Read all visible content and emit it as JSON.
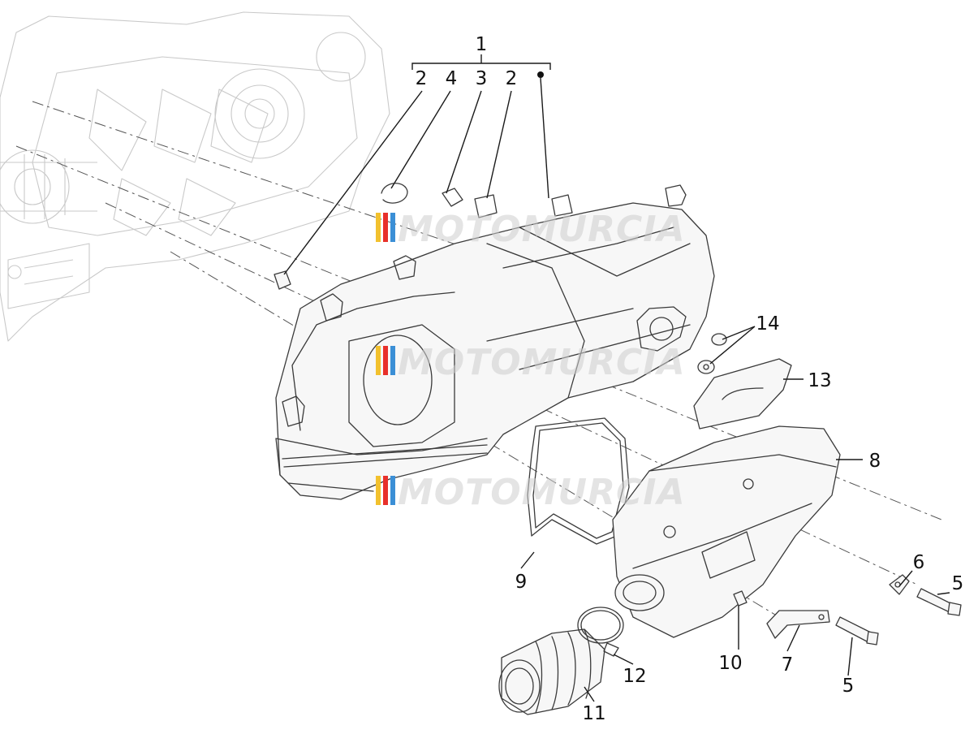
{
  "diagram": {
    "callouts": [
      "1",
      "2",
      "4",
      "3",
      "2",
      "14",
      "13",
      "8",
      "9",
      "6",
      "5",
      "10",
      "7",
      "5",
      "12",
      "11"
    ],
    "bullet": "•",
    "watermark": "MOTOMURCIA",
    "watermark_colors": [
      "#f2c12e",
      "#e8302a",
      "#3b8fd6"
    ]
  }
}
